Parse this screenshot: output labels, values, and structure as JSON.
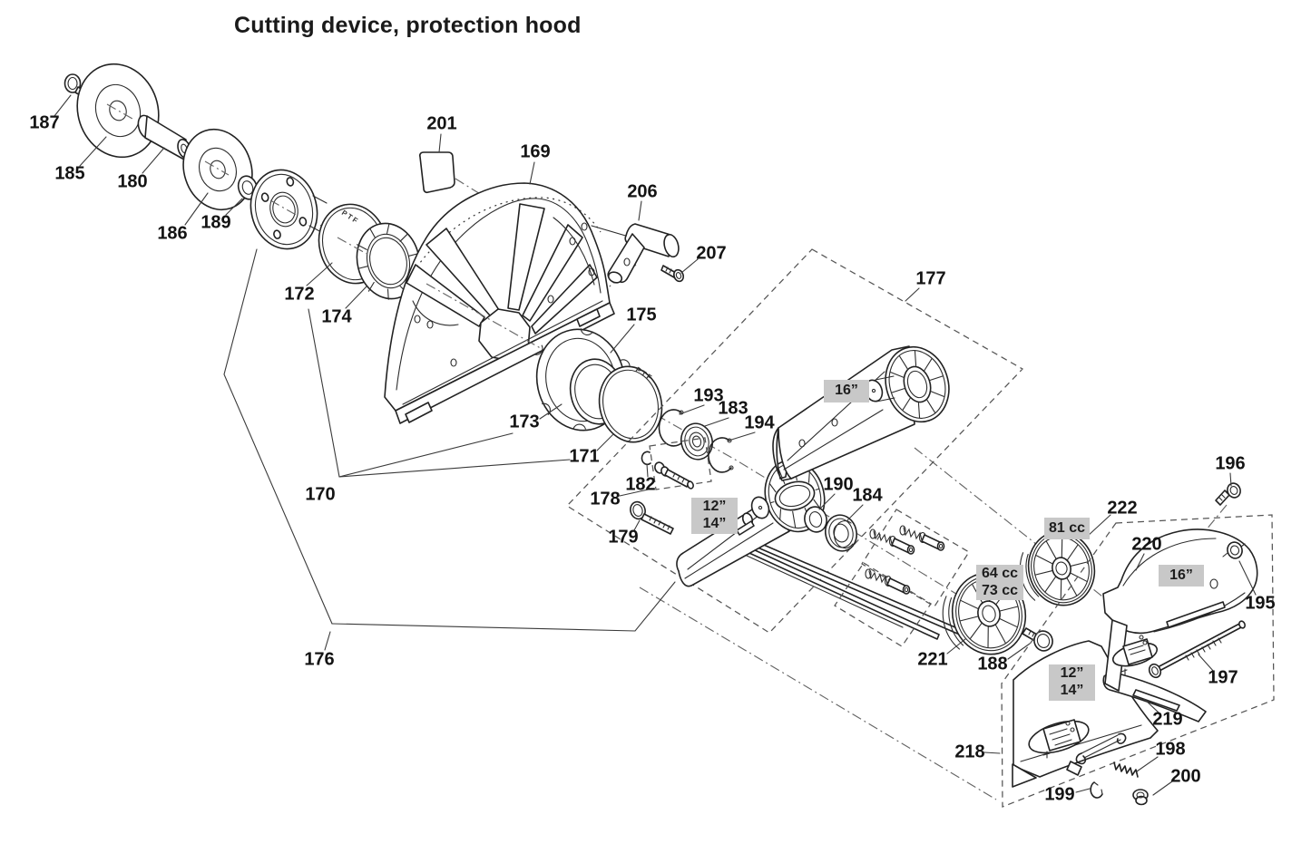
{
  "title": "Cutting device, protection hood",
  "markings": {
    "ptf": "PTF"
  },
  "colors": {
    "line": "#222222",
    "leader": "#3a3a3a",
    "label_text": "#141414",
    "size_box_bg": "#c8c8c8",
    "background": "#ffffff"
  },
  "part_labels": {
    "169": "169",
    "170": "170",
    "171": "171",
    "172": "172",
    "173": "173",
    "174": "174",
    "175": "175",
    "176": "176",
    "177": "177",
    "178": "178",
    "179": "179",
    "180": "180",
    "182": "182",
    "183": "183",
    "184": "184",
    "185": "185",
    "186": "186",
    "187": "187",
    "188": "188",
    "189": "189",
    "190": "190",
    "193": "193",
    "194": "194",
    "195": "195",
    "196": "196",
    "197": "197",
    "198": "198",
    "199": "199",
    "200": "200",
    "201": "201",
    "206": "206",
    "207": "207",
    "218": "218",
    "219": "219",
    "220": "220",
    "221": "221",
    "222": "222"
  },
  "size_tags": {
    "arm16": "16”",
    "arm12": "12”",
    "arm14": "14”",
    "cc81": "81 cc",
    "cc64": "64 cc",
    "cc73": "73 cc",
    "cover16": "16”",
    "guard12": "12”",
    "guard14": "14”"
  }
}
